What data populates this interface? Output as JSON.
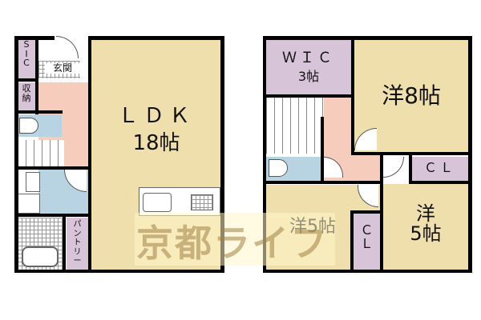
{
  "colors": {
    "living": "#efdfad",
    "storage": "#d8c4d8",
    "hall": "#f6cdbd",
    "wet": "#b8d3e2",
    "wall": "#000000",
    "watermark": "#b89a5a"
  },
  "floor1": {
    "rooms": {
      "sic": "S\nI\nC",
      "genkan": "玄関",
      "shuno": "収\n納",
      "ldk_name": "ＬＤＫ",
      "ldk_size": "18帖",
      "pantry": "パ\nン\nト\nリ\nー"
    }
  },
  "floor2": {
    "rooms": {
      "wic_name": "ＷＩＣ",
      "wic_size": "3帖",
      "western8": "洋8帖",
      "cl_right": "ＣＬ",
      "western5_left": "洋5帖",
      "cl_left": "Ｃ\nＬ",
      "western5_right": "洋\n5帖"
    }
  },
  "watermark": "京都ライフ"
}
